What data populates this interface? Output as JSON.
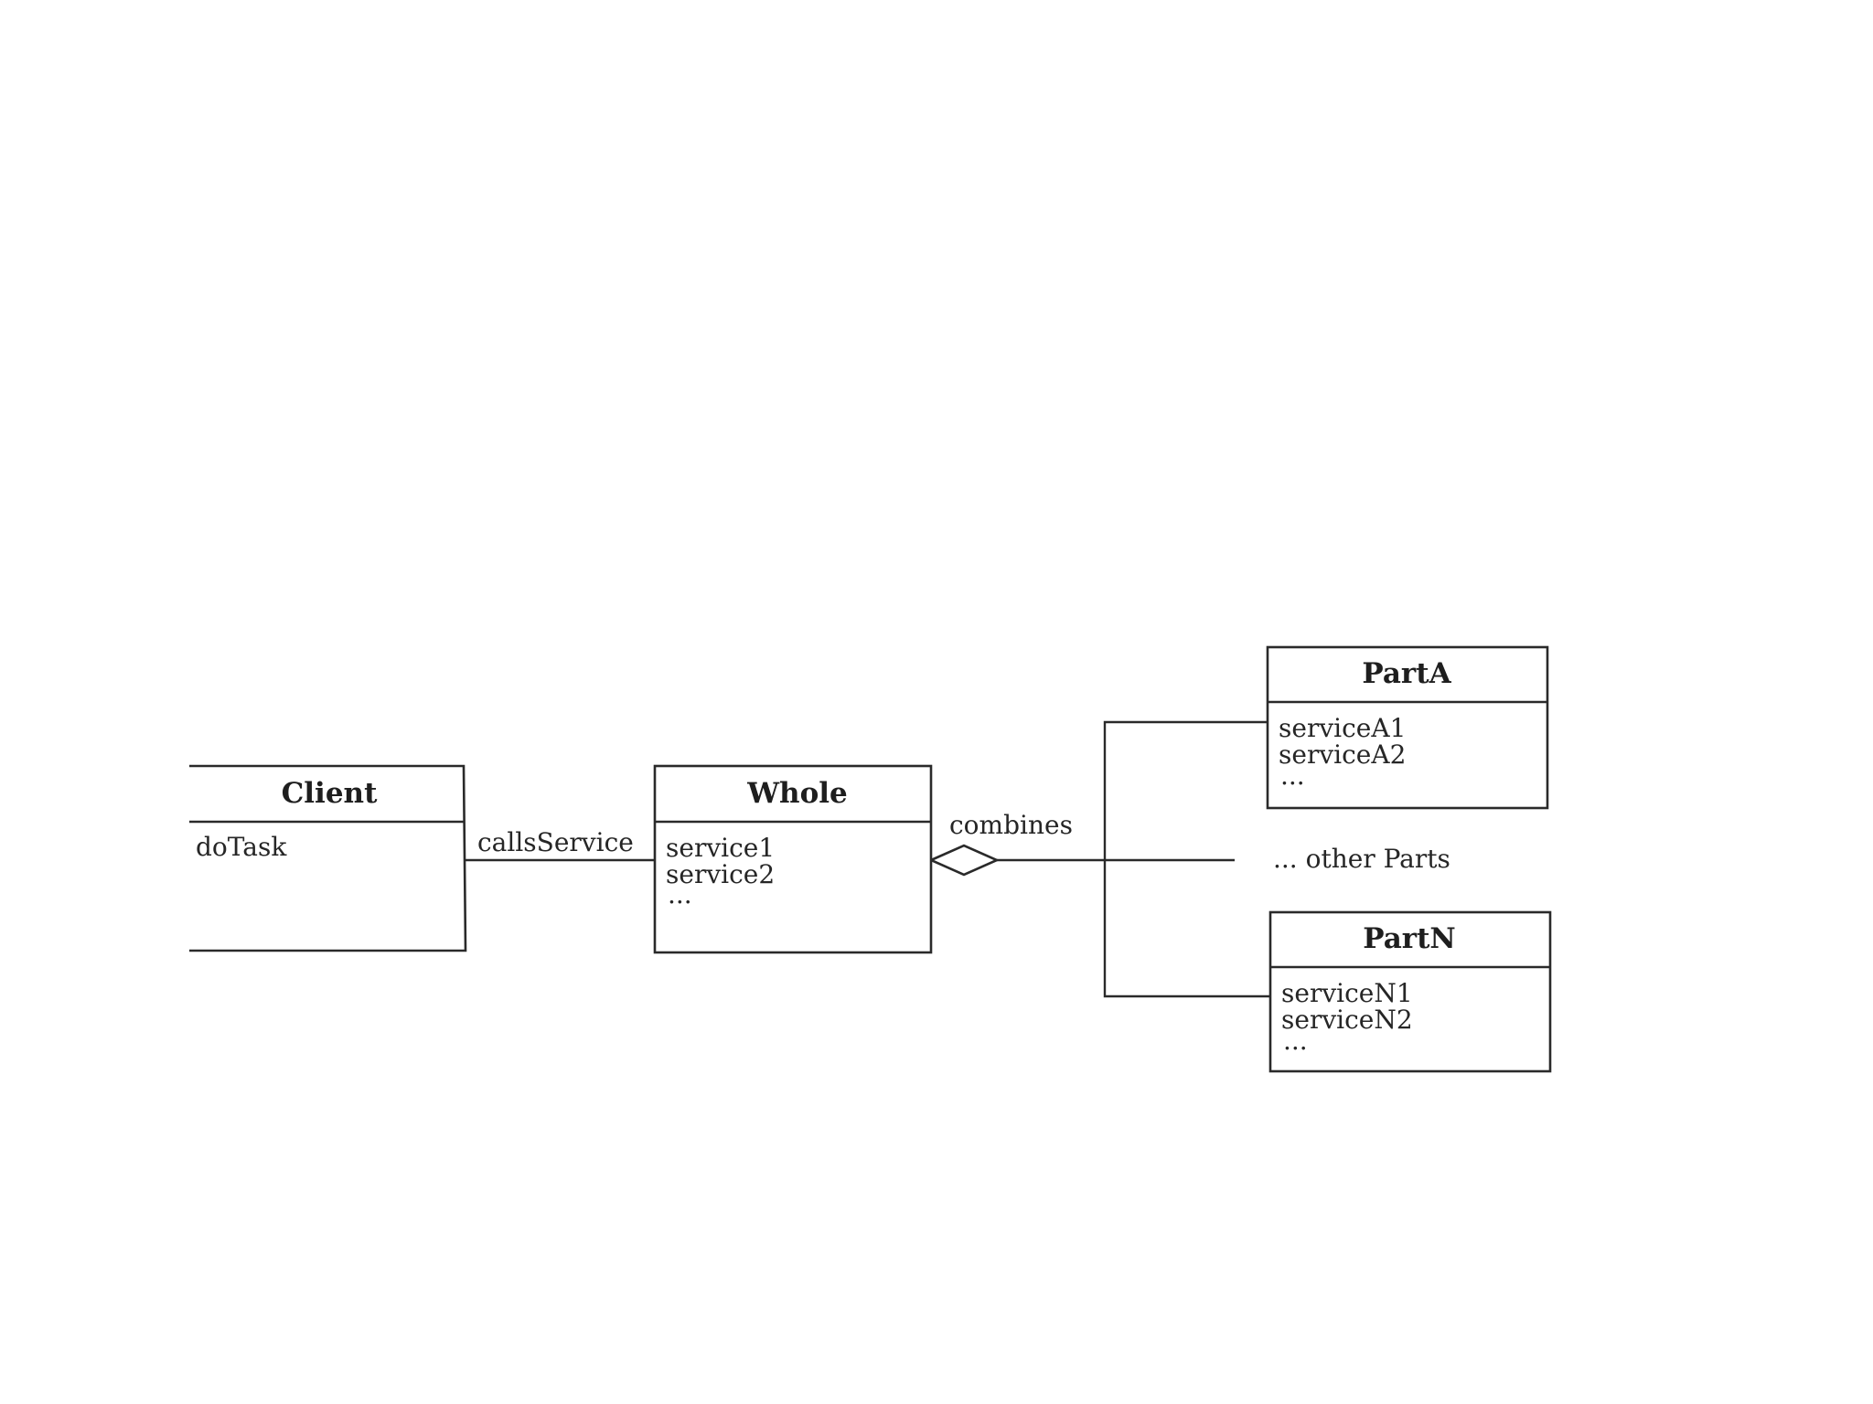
{
  "classes": {
    "client": {
      "name": "Client",
      "operations": [
        "doTask"
      ]
    },
    "whole": {
      "name": "Whole",
      "operations": [
        "service1",
        "service2",
        "..."
      ]
    },
    "partA": {
      "name": "PartA",
      "operations": [
        "serviceA1",
        "serviceA2",
        "..."
      ]
    },
    "partN": {
      "name": "PartN",
      "operations": [
        "serviceN1",
        "serviceN2",
        "..."
      ]
    }
  },
  "associations": {
    "calls": "callsService",
    "combines": "combines",
    "other_parts": "... other Parts"
  }
}
